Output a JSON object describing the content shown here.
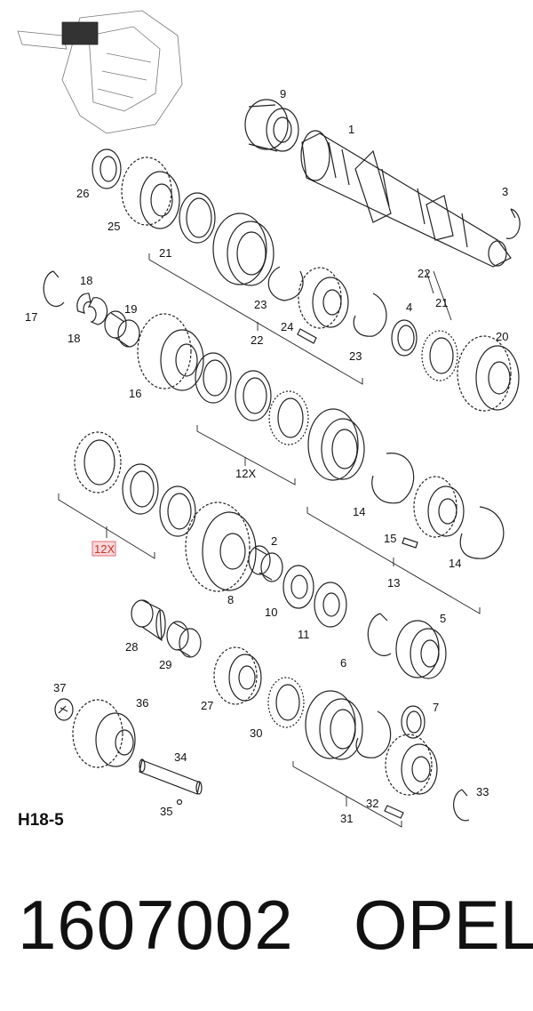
{
  "diagram": {
    "code": "H18-5",
    "part_number": "1607002",
    "brand": "OPEL",
    "callouts": [
      {
        "id": "c1",
        "text": "1"
      },
      {
        "id": "c2",
        "text": "2"
      },
      {
        "id": "c3",
        "text": "3"
      },
      {
        "id": "c4",
        "text": "4"
      },
      {
        "id": "c5",
        "text": "5"
      },
      {
        "id": "c6",
        "text": "6"
      },
      {
        "id": "c7",
        "text": "7"
      },
      {
        "id": "c8",
        "text": "8"
      },
      {
        "id": "c9",
        "text": "9"
      },
      {
        "id": "c10",
        "text": "10"
      },
      {
        "id": "c11",
        "text": "11"
      },
      {
        "id": "c12x_a",
        "text": "12X"
      },
      {
        "id": "c12x_b",
        "text": "12X"
      },
      {
        "id": "c13",
        "text": "13"
      },
      {
        "id": "c14_a",
        "text": "14"
      },
      {
        "id": "c14_b",
        "text": "14"
      },
      {
        "id": "c15",
        "text": "15"
      },
      {
        "id": "c16",
        "text": "16"
      },
      {
        "id": "c17",
        "text": "17"
      },
      {
        "id": "c18_a",
        "text": "18"
      },
      {
        "id": "c18_b",
        "text": "18"
      },
      {
        "id": "c19",
        "text": "19"
      },
      {
        "id": "c20",
        "text": "20"
      },
      {
        "id": "c21_a",
        "text": "21"
      },
      {
        "id": "c21_b",
        "text": "21"
      },
      {
        "id": "c22_a",
        "text": "22"
      },
      {
        "id": "c22_b",
        "text": "22"
      },
      {
        "id": "c23_a",
        "text": "23"
      },
      {
        "id": "c23_b",
        "text": "23"
      },
      {
        "id": "c24",
        "text": "24"
      },
      {
        "id": "c25",
        "text": "25"
      },
      {
        "id": "c26",
        "text": "26"
      },
      {
        "id": "c27",
        "text": "27"
      },
      {
        "id": "c28",
        "text": "28"
      },
      {
        "id": "c29",
        "text": "29"
      },
      {
        "id": "c30",
        "text": "30"
      },
      {
        "id": "c31",
        "text": "31"
      },
      {
        "id": "c32",
        "text": "32"
      },
      {
        "id": "c33",
        "text": "33"
      },
      {
        "id": "c34",
        "text": "34"
      },
      {
        "id": "c35",
        "text": "35"
      },
      {
        "id": "c36",
        "text": "36"
      },
      {
        "id": "c37",
        "text": "37"
      }
    ]
  }
}
